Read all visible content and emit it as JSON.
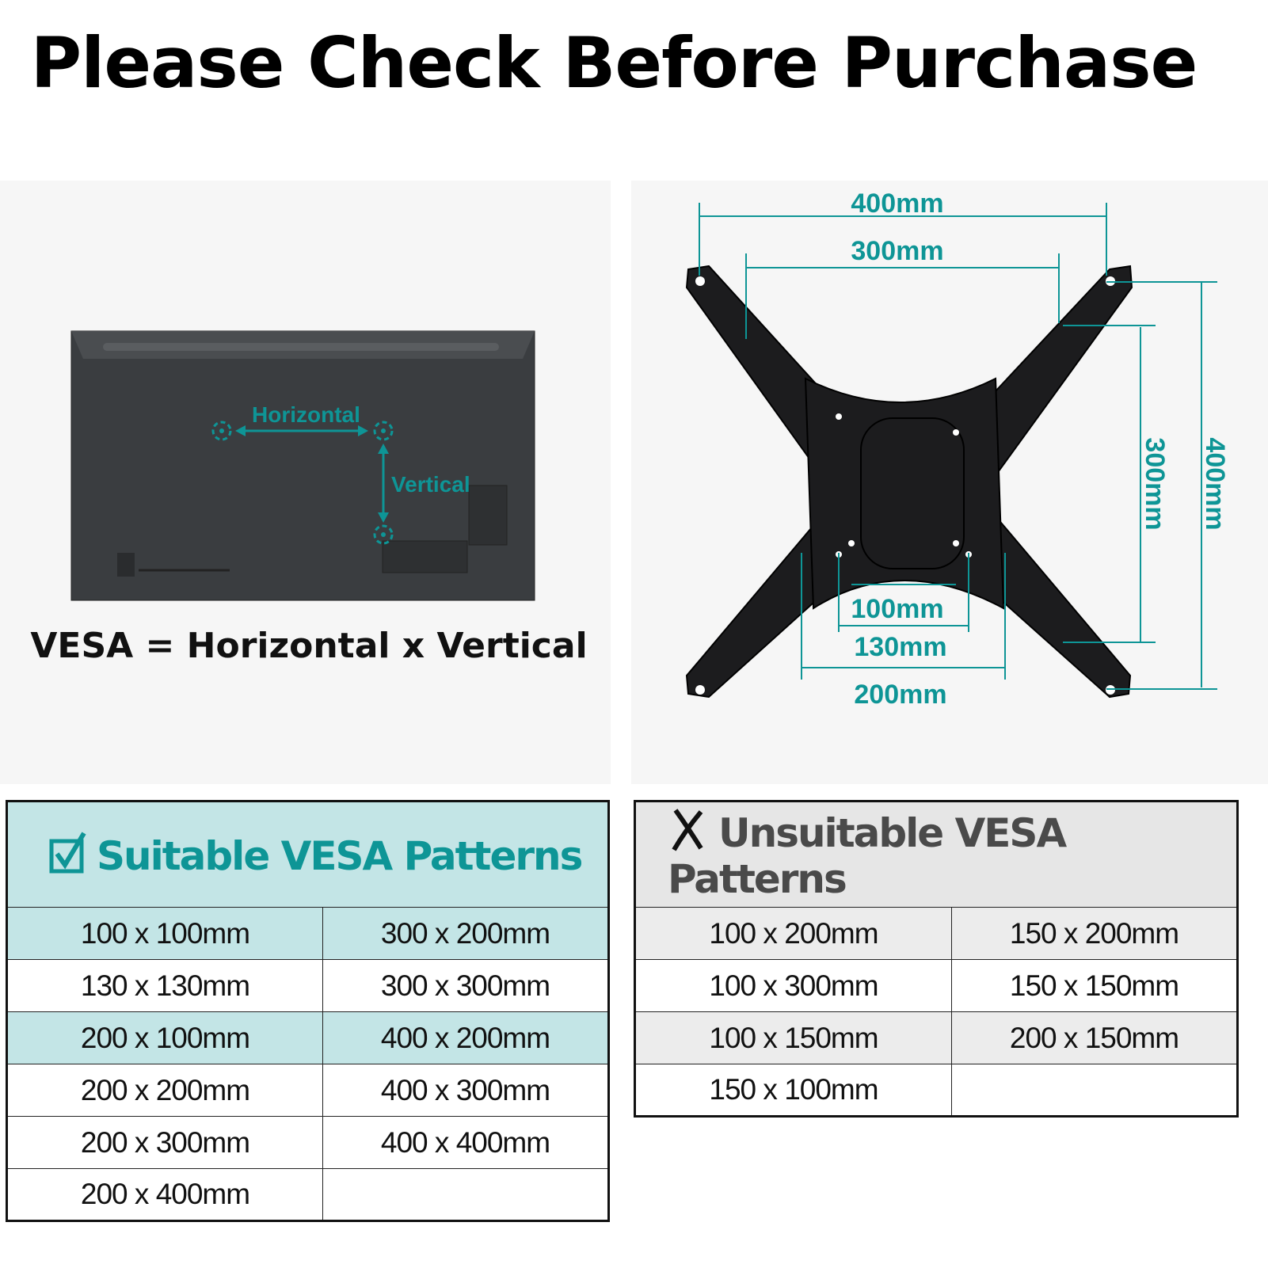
{
  "title": "Please Check Before Purchase",
  "tv": {
    "horizontal_label": "Horizontal",
    "vertical_label": "Vertical",
    "formula": "VESA = Horizontal x Vertical"
  },
  "bracket": {
    "top_outer": "400mm",
    "top_inner": "300mm",
    "right_inner": "300mm",
    "right_outer": "400mm",
    "bottom_1": "100mm",
    "bottom_2": "130mm",
    "bottom_3": "200mm"
  },
  "colors": {
    "accent": "#0e9596",
    "suitable_bg": "#c3e5e6",
    "unsuitable_bg": "#e6e6e6"
  },
  "suitable": {
    "heading": "Suitable VESA Patterns",
    "icon": "checkbox-icon",
    "rows": [
      [
        "100 x 100mm",
        "300 x 200mm"
      ],
      [
        "130 x 130mm",
        "300 x 300mm"
      ],
      [
        "200 x 100mm",
        "400 x 200mm"
      ],
      [
        "200 x 200mm",
        "400 x 300mm"
      ],
      [
        "200 x 300mm",
        "400 x 400mm"
      ],
      [
        "200 x 400mm",
        ""
      ]
    ]
  },
  "unsuitable": {
    "heading": "Unsuitable VESA Patterns",
    "icon": "x-mark-icon",
    "rows": [
      [
        "100 x 200mm",
        "150 x 200mm"
      ],
      [
        "100 x 300mm",
        "150 x 150mm"
      ],
      [
        "100 x 150mm",
        "200 x 150mm"
      ],
      [
        "150 x 100mm",
        ""
      ]
    ]
  }
}
